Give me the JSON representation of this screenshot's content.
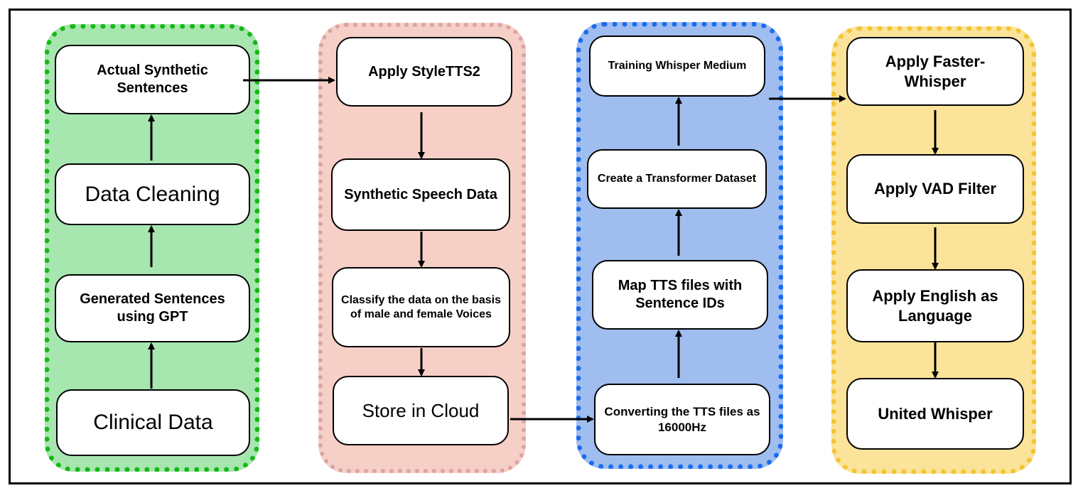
{
  "groups": {
    "data_generation": {
      "actual_synthetic_sentences": "Actual Synthetic Sentences",
      "data_cleaning": "Data Cleaning",
      "generated_sentences": "Generated Sentences using GPT",
      "clinical_data": "Clinical Data"
    },
    "speech_synthesis": {
      "apply_styletts2": "Apply StyleTTS2",
      "synthetic_speech_data": "Synthetic Speech Data",
      "classify_voices": "Classify the data on the basis of male and female Voices",
      "store_in_cloud": "Store in Cloud"
    },
    "training": {
      "training_whisper_medium": "Training Whisper Medium",
      "create_transformer_dataset": "Create a Transformer Dataset",
      "map_tts_files": "Map TTS files with Sentence IDs",
      "converting_tts_files": "Converting the TTS files as 16000Hz"
    },
    "inference": {
      "apply_faster_whisper": "Apply Faster-Whisper",
      "apply_vad_filter": "Apply VAD Filter",
      "apply_english_language": "Apply English as Language",
      "united_whisper": "United Whisper"
    }
  },
  "colors": {
    "group1_fill": "#a8e6b0",
    "group1_border": "#16b816",
    "group2_fill": "#f6cfc7",
    "group2_border": "#d9a4a4",
    "group3_fill": "#9fbdef",
    "group3_border": "#1a6cf0",
    "group4_fill": "#fbe39a",
    "group4_border": "#f2c534"
  }
}
